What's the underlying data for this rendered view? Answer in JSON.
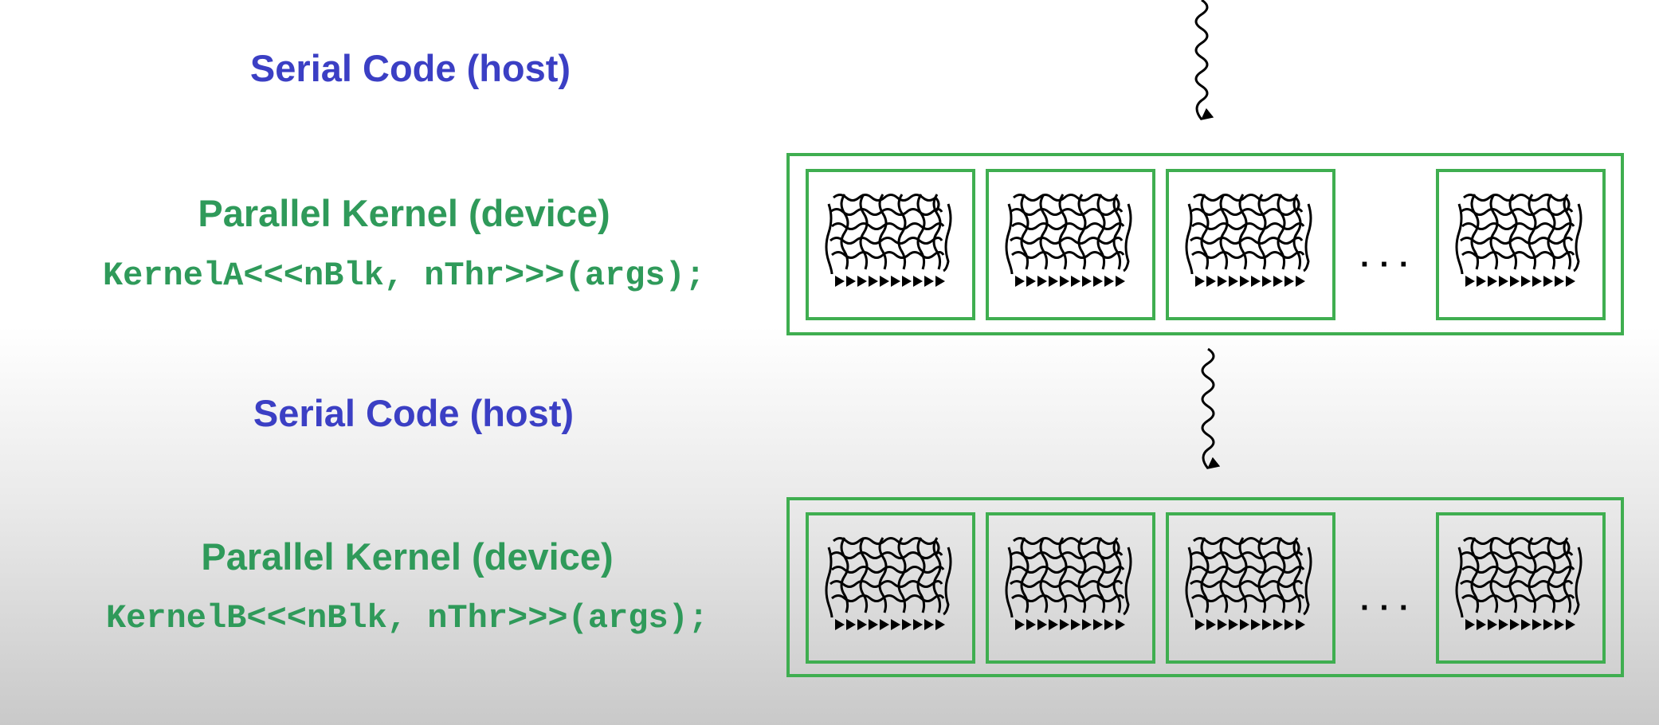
{
  "labels": {
    "serial_1": "Serial Code (host)",
    "parallel_1": "Parallel Kernel (device)",
    "code_1": "KernelA<<<nBlk, nThr>>>(args);",
    "serial_2": "Serial Code (host)",
    "parallel_2": "Parallel Kernel (device)",
    "code_2": "KernelB<<<nBlk, nThr>>>(args);"
  },
  "grids": [
    {
      "blocks_shown": 4,
      "ellipsis": "· · ·"
    },
    {
      "blocks_shown": 4,
      "ellipsis": "· · ·"
    }
  ],
  "colors": {
    "host_text": "#3b3fc4",
    "device_text": "#2f9a5a",
    "grid_border": "#3fae50",
    "thread": "#000000"
  },
  "icons": [
    "wavy-thread-arrow-icon",
    "thread-bundle-icon"
  ]
}
